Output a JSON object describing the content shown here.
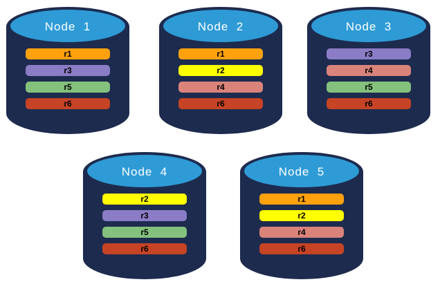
{
  "diagram": {
    "nodes": [
      {
        "label": "Node  1",
        "replicas": [
          "r1",
          "r3",
          "r5",
          "r6"
        ]
      },
      {
        "label": "Node  2",
        "replicas": [
          "r1",
          "r2",
          "r4",
          "r6"
        ]
      },
      {
        "label": "Node  3",
        "replicas": [
          "r3",
          "r4",
          "r5",
          "r6"
        ]
      },
      {
        "label": "Node  4",
        "replicas": [
          "r2",
          "r3",
          "r5",
          "r6"
        ]
      },
      {
        "label": "Node  5",
        "replicas": [
          "r1",
          "r2",
          "r4",
          "r6"
        ]
      }
    ],
    "replica_colors": {
      "r1": "#FFA10D",
      "r2": "#FFFF00",
      "r3": "#8B7CC6",
      "r4": "#D9837B",
      "r5": "#84C17D",
      "r6": "#C74325"
    },
    "node_body_color": "#1D2B4E",
    "node_top_color": "#2E9BD6",
    "node_label_color": "#FFFFFF",
    "replica_label_color": "#000000",
    "background_color": "#FFFFFF"
  }
}
